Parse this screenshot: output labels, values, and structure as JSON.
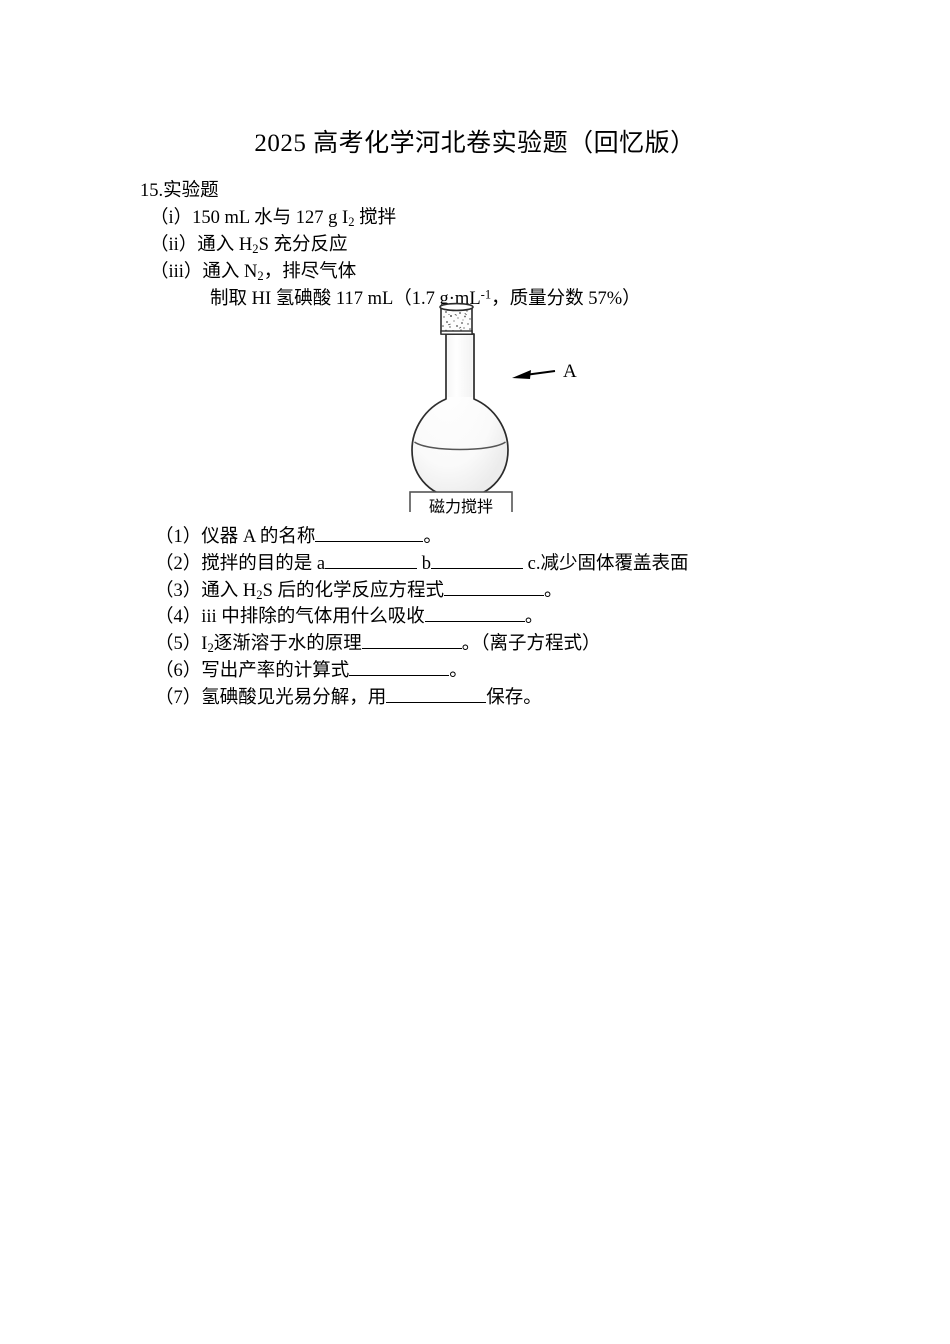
{
  "document": {
    "title": "2025 高考化学河北卷实验题（回忆版）",
    "page_background": "#ffffff",
    "text_color": "#000000"
  },
  "stem": {
    "heading": "15.实验题",
    "steps": [
      {
        "label": "（i）",
        "text_before": "150 mL 水与 127 g I",
        "sub": "2",
        "text_after": " 搅拌"
      },
      {
        "label": "（ii）",
        "text_before": "通入 H",
        "sub": "2",
        "text_after": "S 充分反应"
      },
      {
        "label": "（iii）",
        "text_before": "通入 N",
        "sub": "2",
        "text_after": "，排尽气体"
      }
    ],
    "product_line": {
      "text_before": "制取 HI 氢碘酸 117 mL（1.7 g·mL",
      "sup": "-1",
      "text_after": "，质量分数 57%）"
    }
  },
  "figure": {
    "name": "round-bottom-flask-apparatus",
    "pointer_label": "A",
    "stirrer_label": "磁力搅拌",
    "stopper_fill": "#fdfdfd",
    "glass_stroke": "#2b2b2b",
    "liquid_fill": "#fbfbfb"
  },
  "questions": [
    {
      "number": "（1）",
      "segments": [
        {
          "type": "text",
          "value": "仪器 A 的名称"
        },
        {
          "type": "blank",
          "size": "lg"
        },
        {
          "type": "text",
          "value": "。"
        }
      ]
    },
    {
      "number": "（2）",
      "segments": [
        {
          "type": "text",
          "value": "搅拌的目的是 a"
        },
        {
          "type": "blank",
          "size": "sm"
        },
        {
          "type": "text",
          "value": " b"
        },
        {
          "type": "blank",
          "size": "sm"
        },
        {
          "type": "text",
          "value": " c.减少固体覆盖表面"
        }
      ]
    },
    {
      "number": "（3）",
      "segments": [
        {
          "type": "text",
          "value": "通入 H"
        },
        {
          "type": "sub",
          "value": "2"
        },
        {
          "type": "text",
          "value": "S 后的化学反应方程式"
        },
        {
          "type": "blank",
          "size": "md"
        },
        {
          "type": "text",
          "value": "。"
        }
      ]
    },
    {
      "number": "（4）",
      "segments": [
        {
          "type": "text",
          "value": "iii 中排除的气体用什么吸收"
        },
        {
          "type": "blank",
          "size": "md"
        },
        {
          "type": "text",
          "value": "。"
        }
      ]
    },
    {
      "number": "（5）",
      "segments": [
        {
          "type": "text",
          "value": "I"
        },
        {
          "type": "sub",
          "value": "2"
        },
        {
          "type": "text",
          "value": "逐渐溶于水的原理"
        },
        {
          "type": "blank",
          "size": "md"
        },
        {
          "type": "text",
          "value": "。（离子方程式）"
        }
      ]
    },
    {
      "number": "（6）",
      "segments": [
        {
          "type": "text",
          "value": "写出产率的计算式"
        },
        {
          "type": "blank",
          "size": "md"
        },
        {
          "type": "text",
          "value": "。"
        }
      ]
    },
    {
      "number": "（7）",
      "segments": [
        {
          "type": "text",
          "value": "氢碘酸见光易分解，用"
        },
        {
          "type": "blank",
          "size": "md"
        },
        {
          "type": "text",
          "value": "保存。"
        }
      ]
    }
  ]
}
